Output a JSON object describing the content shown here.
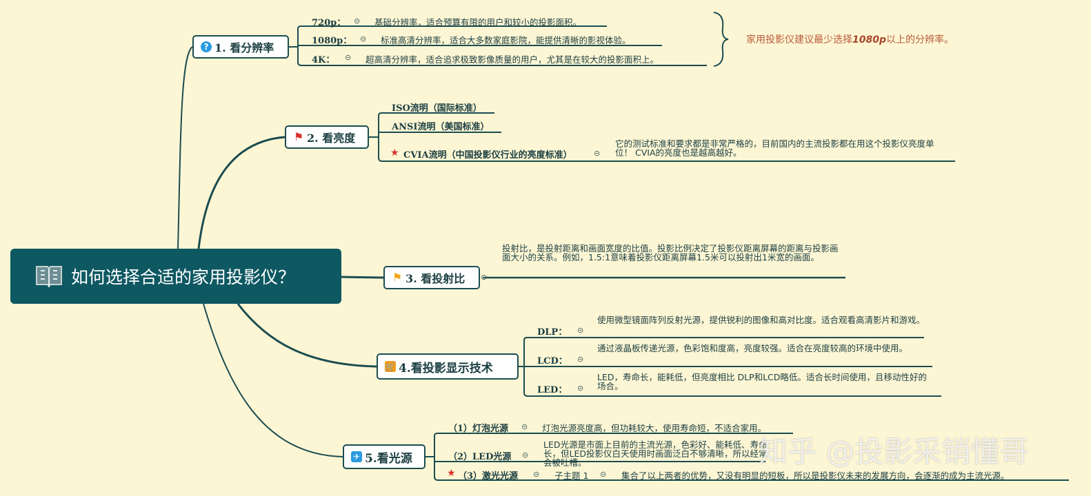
{
  "colors": {
    "background": "#fdf6d4",
    "root": "#0e5862",
    "line": "#1a4c50",
    "summary": "#b85c3c",
    "star": "#d9302c"
  },
  "root": {
    "title": "如何选择合适的家用投影仪？",
    "icon": "book-icon"
  },
  "collapse_glyph": "⊝",
  "branches": [
    {
      "label": "1. 看分辨率",
      "icon": "question-icon",
      "children": [
        {
          "label": "720p：",
          "text": "基础分辨率，适合预算有限的用户和较小的投影面积。"
        },
        {
          "label": "1080p：",
          "text": "标准高清分辨率，适合大多数家庭影院，能提供清晰的影视体验。"
        },
        {
          "label": "4K：",
          "text": "超高清分辨率，适合追求极致影像质量的用户，尤其是在较大的投影面积上。"
        }
      ],
      "summary": {
        "before": "家用投影仪建议最少选择",
        "emph": "1080p",
        "after": "以上的分辨率。"
      }
    },
    {
      "label": "2. 看亮度",
      "icon": "flag-icon",
      "children": [
        {
          "label": "ISO流明（国际标准）"
        },
        {
          "label": "ANSI流明（美国标准）"
        },
        {
          "label": "CVIA流明（中国投影仪行业的亮度标准）",
          "icon": "star-icon",
          "text": "它的测试标准和要求都是非常严格的，目前国内的主流投影都在用这个投影仪亮度单位！ CVIA的亮度也是越高越好。"
        }
      ]
    },
    {
      "label": "3. 看投射比",
      "icon": "flag-icon",
      "text": "投射比，是投射距离和画面宽度的比值。投影比例决定了投影仪距离屏幕的距离与投影画面大小的关系。例如，1.5:1意味着投影仪距离屏幕1.5米可以投射出1米宽的画面。"
    },
    {
      "label": "4.看投影显示技术",
      "icon": "cart-icon",
      "children": [
        {
          "label": "DLP：",
          "text": "使用微型镜面阵列反射光源，提供锐利的图像和高对比度。适合观看高清影片和游戏。"
        },
        {
          "label": "LCD：",
          "text": "通过液晶板传递光源，色彩饱和度高，亮度较强。适合在亮度较高的环境中使用。"
        },
        {
          "label": "LED：",
          "text": "LED，寿命长，能耗低，但亮度相比 DLP和LCD略低。适合长时间使用，且移动性好的场合。"
        }
      ]
    },
    {
      "label": "5.看光源",
      "icon": "airplane-icon",
      "children": [
        {
          "label": "（1）灯泡光源",
          "text": "灯泡光源亮度高，但功耗较大，使用寿命短，不适合家用。"
        },
        {
          "label": "（2）LED光源",
          "text": "LED光源是市面上目前的主流光源，色彩好、能耗低、寿命长，但LED投影仪白天使用时画面泛白不够清晰，所以经常会被吐槽。"
        },
        {
          "label": "（3）激光光源",
          "icon": "star-icon",
          "sub": "子主题 1",
          "text": "集合了以上两者的优势，又没有明显的短板，所以是投影仪未来的发展方向，会逐渐的成为主流光源。"
        }
      ]
    }
  ],
  "watermark": "知乎 @投影采销懂哥"
}
